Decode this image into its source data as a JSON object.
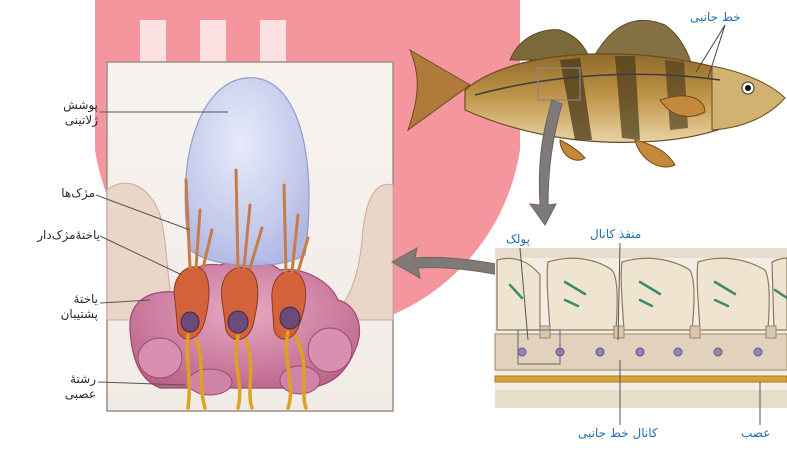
{
  "labels": {
    "gelatinous_cover_line1": "پوشش",
    "gelatinous_cover_line2": "ژلاتینی",
    "cilia": "مژک‌ها",
    "hair_cell": "یاختهٔ‌مژک‌دار",
    "supporting_cell_line1": "یاختهٔ",
    "supporting_cell_line2": "پشتیبان",
    "nerve_fiber_line1": "رشتهٔ",
    "nerve_fiber_line2": "عصبی",
    "lateral_line": "خط جانبی",
    "scale": "پولک",
    "canal_opening": "منفذ کانال",
    "lateral_line_canal": "کانال خط جانبی",
    "nerve": "عصب"
  },
  "colors": {
    "label_blue": "#1f6fb0",
    "watermark": "#e8404f",
    "cupula": "#b9c3ea",
    "support_cell": "#c97a9c",
    "hair_cell": "#c8502e",
    "nerve": "#e0a020",
    "fish_body": "#b58a43"
  }
}
